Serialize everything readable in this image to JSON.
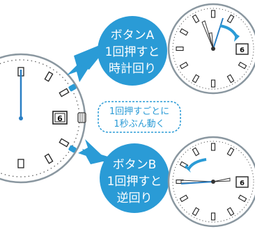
{
  "callout_a": {
    "line1": "ボタンA",
    "line2": "1回押すと",
    "line3": "時計回り"
  },
  "callout_b": {
    "line1": "ボタンB",
    "line2": "1回押すと",
    "line3": "逆回り"
  },
  "note": {
    "line1": "1回押すごとに",
    "line2": "1秒ぶん動く"
  },
  "date_value": "6",
  "colors": {
    "accent": "#2a9bd6",
    "hand": "#2a7fc4",
    "frame": "#7a8a93",
    "white": "#ffffff"
  }
}
